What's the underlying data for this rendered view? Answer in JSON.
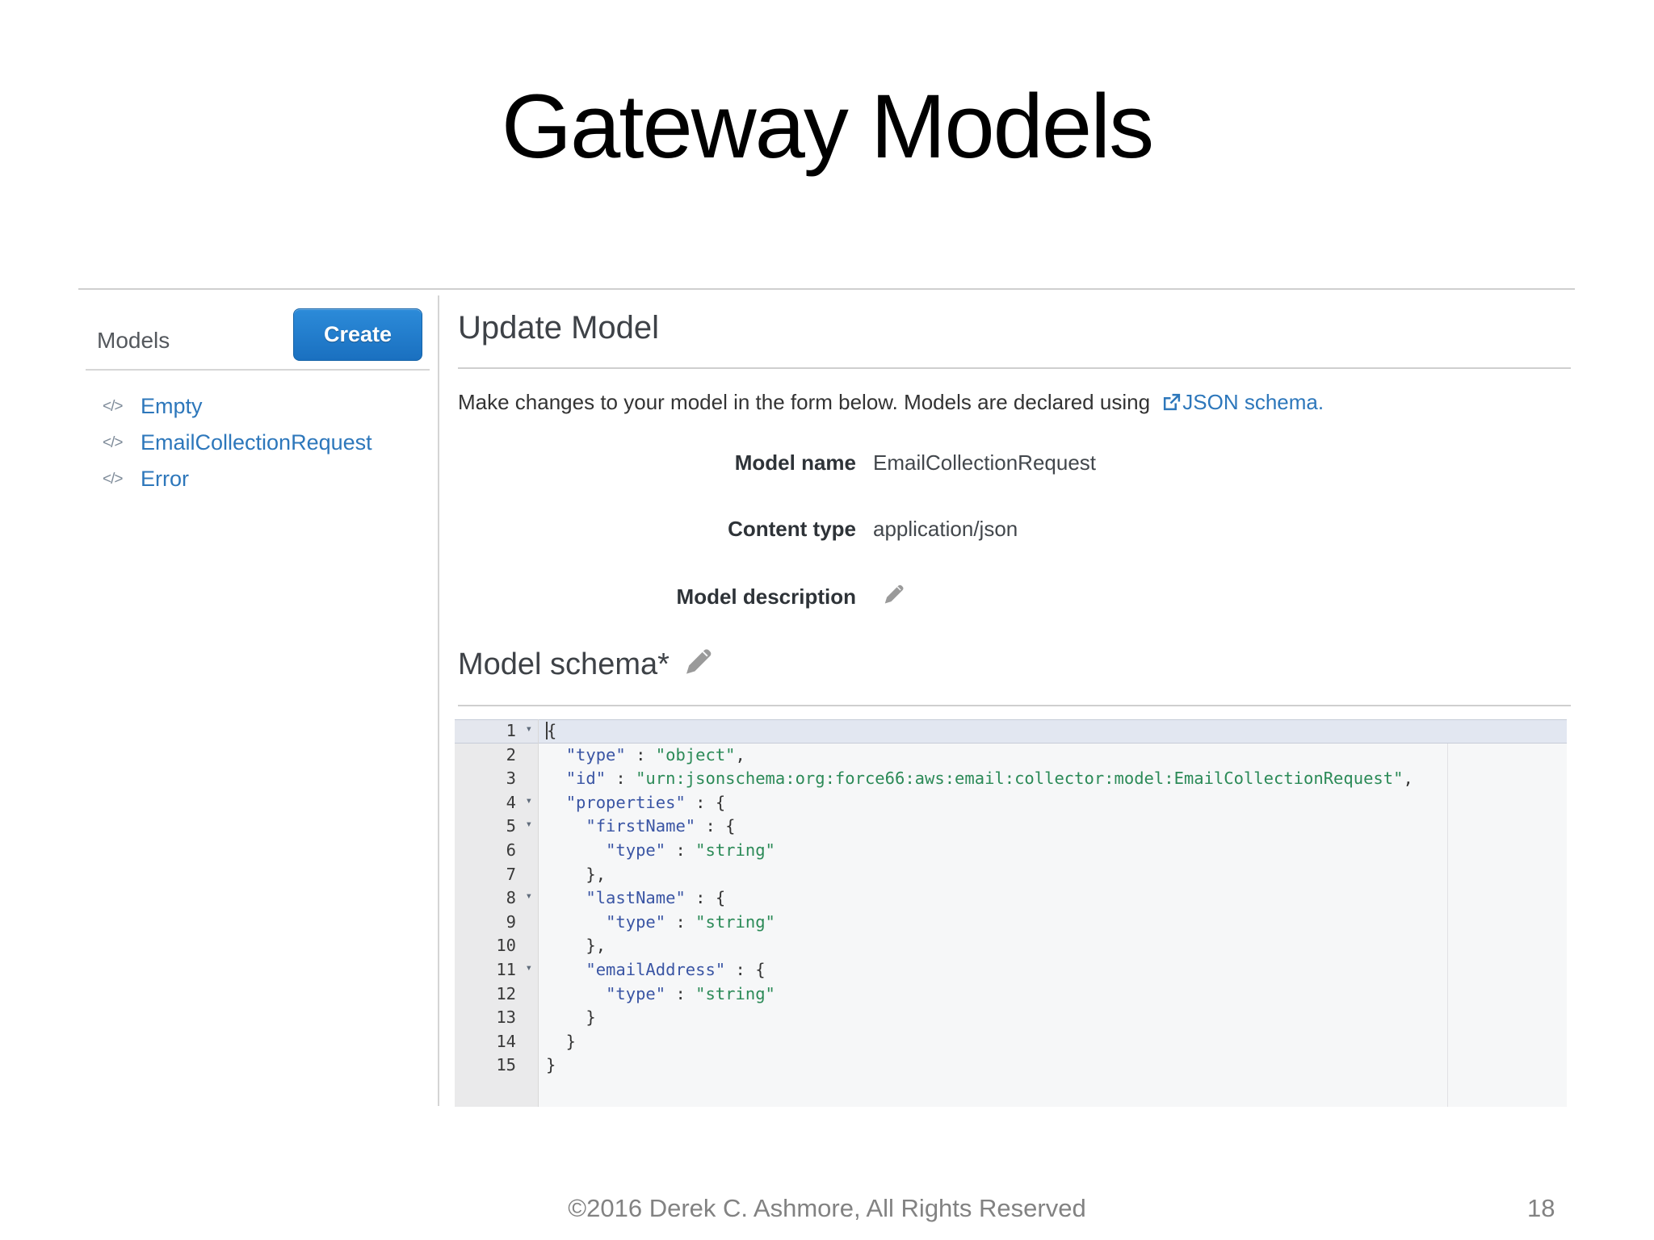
{
  "slide": {
    "title": "Gateway Models",
    "footer": "©2016 Derek C. Ashmore, All Rights Reserved",
    "page_number": "18"
  },
  "sidebar": {
    "header": "Models",
    "create_button": "Create",
    "item_icon": "</>",
    "items": [
      "Empty",
      "EmailCollectionRequest",
      "Error"
    ]
  },
  "main": {
    "heading": "Update Model",
    "description": "Make changes to your model in the form below. Models are declared using ",
    "schema_link": "JSON schema.",
    "form": {
      "rows": [
        {
          "label": "Model name",
          "value": "EmailCollectionRequest"
        },
        {
          "label": "Content type",
          "value": "application/json"
        },
        {
          "label": "Model description",
          "value": ""
        }
      ]
    },
    "schema_heading": "Model schema*"
  },
  "editor": {
    "fold_icon": "▾",
    "active_line": 1,
    "lines": [
      {
        "n": 1,
        "fold": true,
        "seg": [
          [
            "p",
            "{"
          ]
        ]
      },
      {
        "n": 2,
        "seg": [
          [
            "p",
            "  "
          ],
          [
            "k",
            "\"type\""
          ],
          [
            "p",
            " : "
          ],
          [
            "s",
            "\"object\""
          ],
          [
            "p",
            ","
          ]
        ]
      },
      {
        "n": 3,
        "seg": [
          [
            "p",
            "  "
          ],
          [
            "k",
            "\"id\""
          ],
          [
            "p",
            " : "
          ],
          [
            "s",
            "\"urn:jsonschema:org:force66:aws:email:collector:model:EmailCollectionRequest\""
          ],
          [
            "p",
            ","
          ]
        ]
      },
      {
        "n": 4,
        "fold": true,
        "seg": [
          [
            "p",
            "  "
          ],
          [
            "k",
            "\"properties\""
          ],
          [
            "p",
            " : {"
          ]
        ]
      },
      {
        "n": 5,
        "fold": true,
        "seg": [
          [
            "p",
            "    "
          ],
          [
            "k",
            "\"firstName\""
          ],
          [
            "p",
            " : {"
          ]
        ]
      },
      {
        "n": 6,
        "seg": [
          [
            "p",
            "      "
          ],
          [
            "k",
            "\"type\""
          ],
          [
            "p",
            " : "
          ],
          [
            "s",
            "\"string\""
          ]
        ]
      },
      {
        "n": 7,
        "seg": [
          [
            "p",
            "    },"
          ]
        ]
      },
      {
        "n": 8,
        "fold": true,
        "seg": [
          [
            "p",
            "    "
          ],
          [
            "k",
            "\"lastName\""
          ],
          [
            "p",
            " : {"
          ]
        ]
      },
      {
        "n": 9,
        "seg": [
          [
            "p",
            "      "
          ],
          [
            "k",
            "\"type\""
          ],
          [
            "p",
            " : "
          ],
          [
            "s",
            "\"string\""
          ]
        ]
      },
      {
        "n": 10,
        "seg": [
          [
            "p",
            "    },"
          ]
        ]
      },
      {
        "n": 11,
        "fold": true,
        "seg": [
          [
            "p",
            "    "
          ],
          [
            "k",
            "\"emailAddress\""
          ],
          [
            "p",
            " : {"
          ]
        ]
      },
      {
        "n": 12,
        "seg": [
          [
            "p",
            "      "
          ],
          [
            "k",
            "\"type\""
          ],
          [
            "p",
            " : "
          ],
          [
            "s",
            "\"string\""
          ]
        ]
      },
      {
        "n": 13,
        "seg": [
          [
            "p",
            "    }"
          ]
        ]
      },
      {
        "n": 14,
        "seg": [
          [
            "p",
            "  }"
          ]
        ]
      },
      {
        "n": 15,
        "seg": [
          [
            "p",
            "}"
          ]
        ]
      }
    ]
  },
  "colors": {
    "button_blue": "#1f7dd0",
    "link_blue": "#2d77bb",
    "code_key": "#3a55a4",
    "code_string": "#2b8a57",
    "active_line": "#e2e7f1",
    "footer_gray": "#828282"
  }
}
